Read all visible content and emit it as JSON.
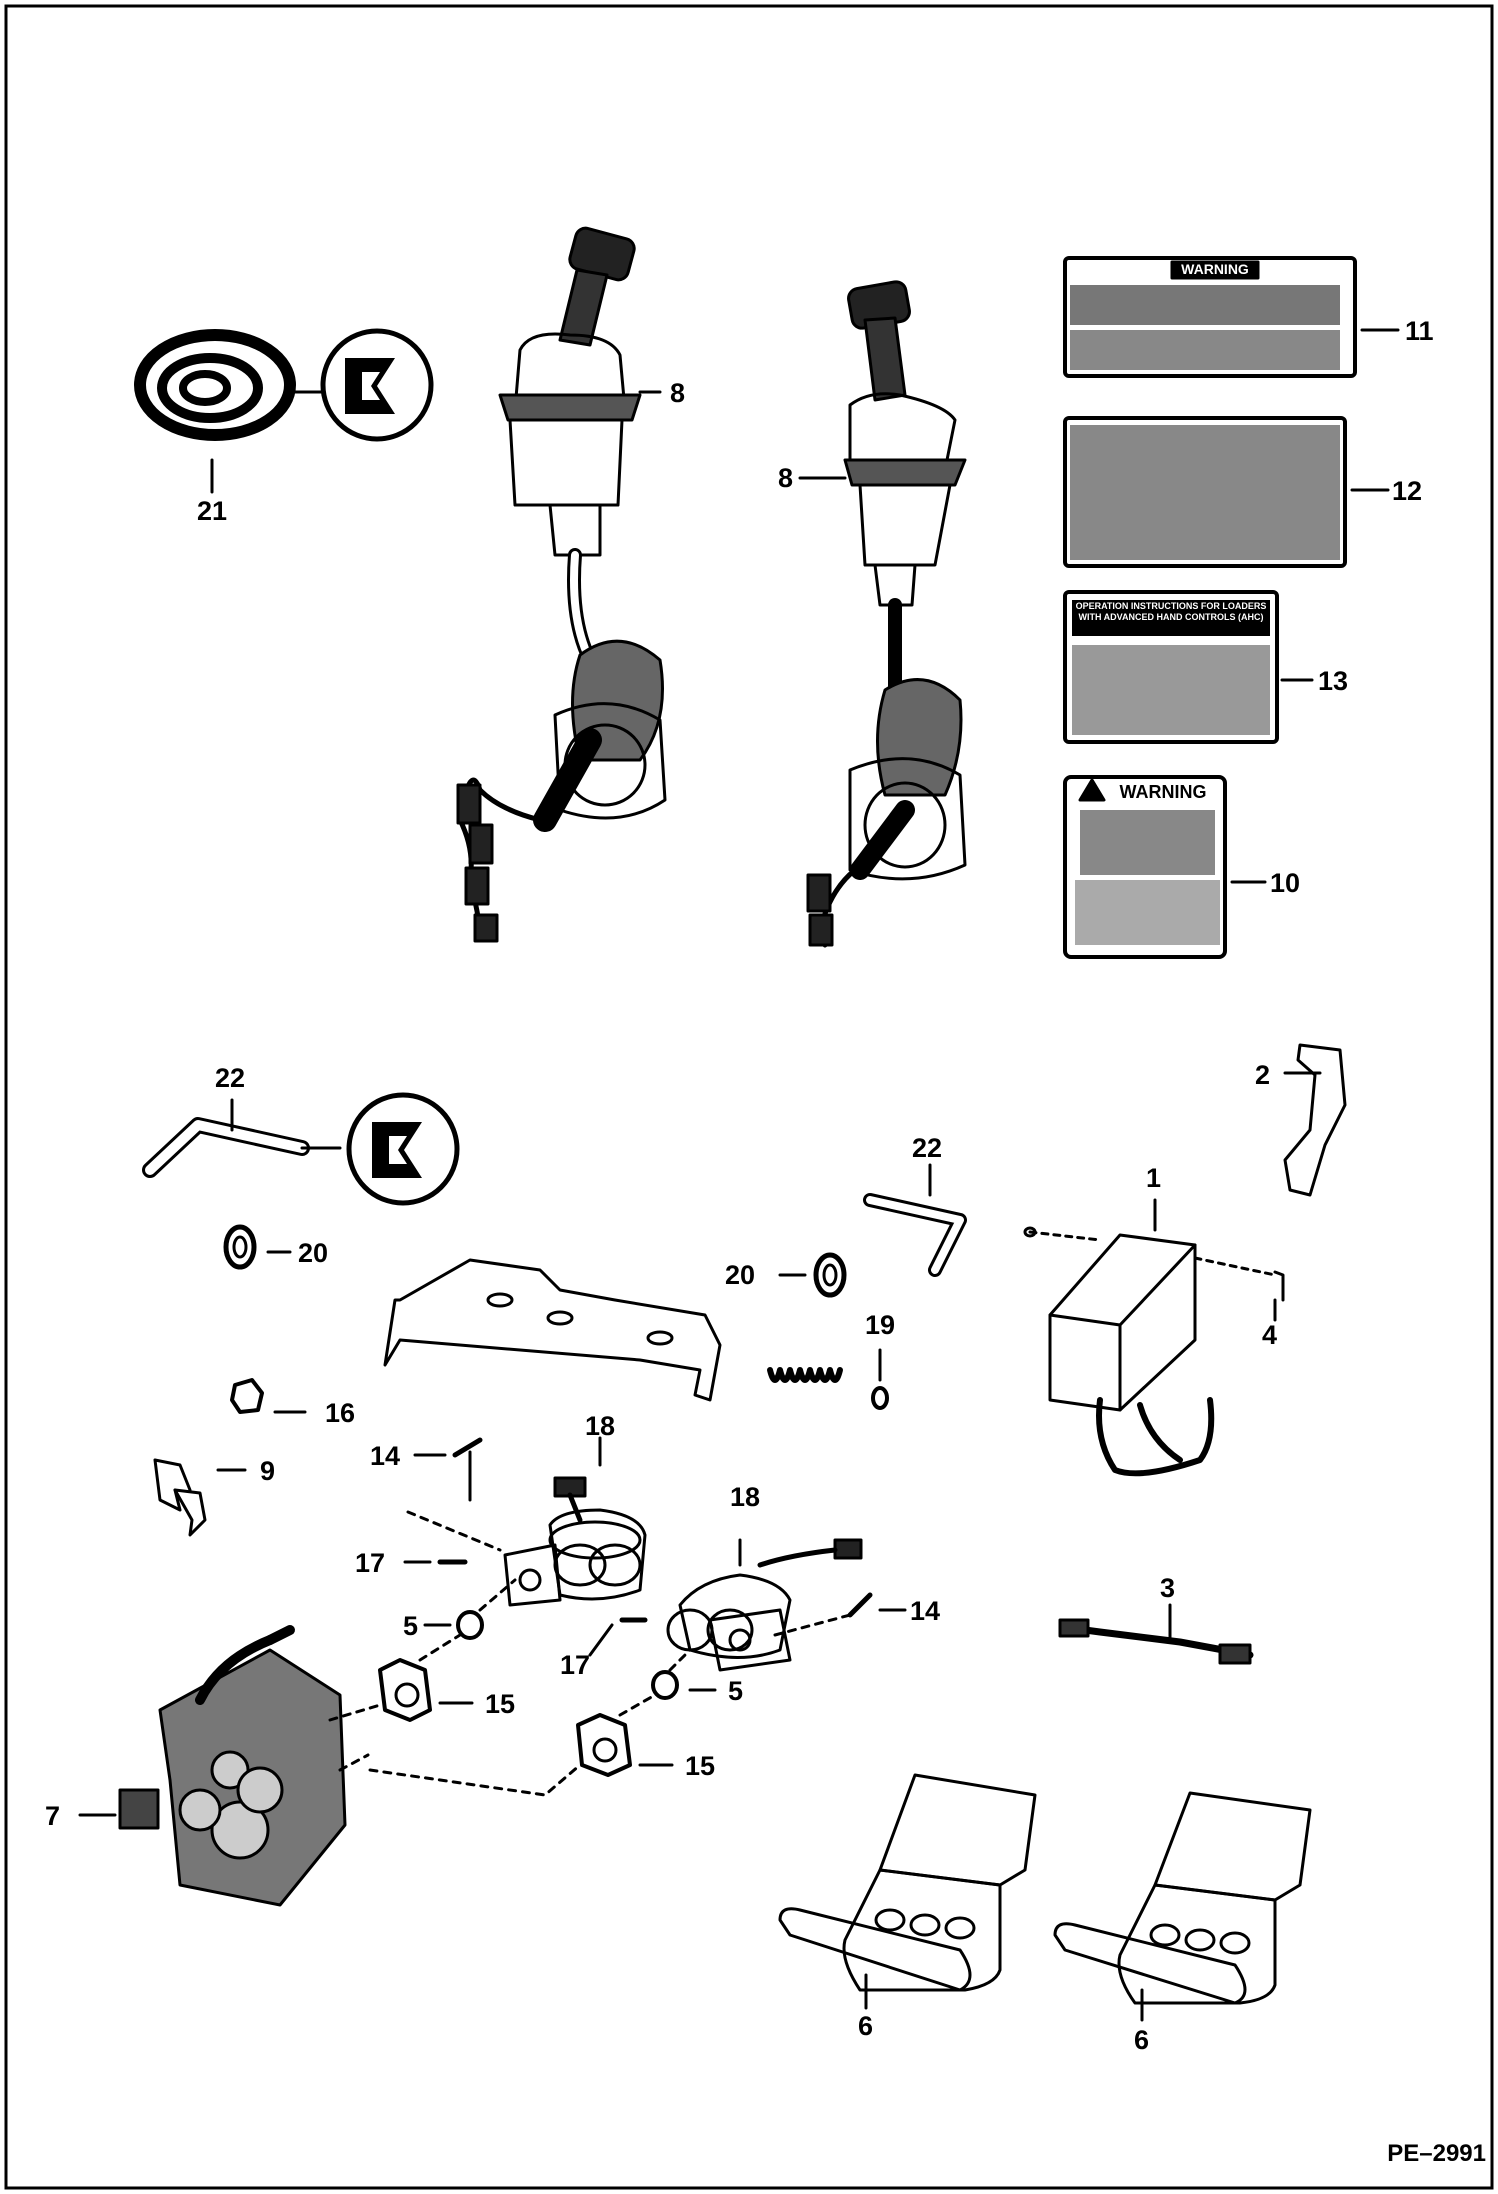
{
  "document_id": "PE–2991",
  "decals": {
    "warning_label_upper": "WARNING",
    "warning_label_lower": "WARNING",
    "instruction_title": "OPERATION INSTRUCTIONS FOR LOADERS WITH ADVANCED HAND CONTROLS (AHC)"
  },
  "callouts": [
    {
      "id": "c-21",
      "label": "21"
    },
    {
      "id": "c-8a",
      "label": "8"
    },
    {
      "id": "c-8b",
      "label": "8"
    },
    {
      "id": "c-11",
      "label": "11"
    },
    {
      "id": "c-12",
      "label": "12"
    },
    {
      "id": "c-13",
      "label": "13"
    },
    {
      "id": "c-10",
      "label": "10"
    },
    {
      "id": "c-22a",
      "label": "22"
    },
    {
      "id": "c-2",
      "label": "2"
    },
    {
      "id": "c-22b",
      "label": "22"
    },
    {
      "id": "c-1",
      "label": "1"
    },
    {
      "id": "c-20a",
      "label": "20"
    },
    {
      "id": "c-20b",
      "label": "20"
    },
    {
      "id": "c-19",
      "label": "19"
    },
    {
      "id": "c-4",
      "label": "4"
    },
    {
      "id": "c-16",
      "label": "16"
    },
    {
      "id": "c-18a",
      "label": "18"
    },
    {
      "id": "c-14a",
      "label": "14"
    },
    {
      "id": "c-9",
      "label": "9"
    },
    {
      "id": "c-18b",
      "label": "18"
    },
    {
      "id": "c-17a",
      "label": "17"
    },
    {
      "id": "c-3",
      "label": "3"
    },
    {
      "id": "c-5a",
      "label": "5"
    },
    {
      "id": "c-14b",
      "label": "14"
    },
    {
      "id": "c-15a",
      "label": "15"
    },
    {
      "id": "c-17b",
      "label": "17"
    },
    {
      "id": "c-5b",
      "label": "5"
    },
    {
      "id": "c-15b",
      "label": "15"
    },
    {
      "id": "c-7",
      "label": "7"
    },
    {
      "id": "c-6a",
      "label": "6"
    },
    {
      "id": "c-6b",
      "label": "6"
    }
  ]
}
